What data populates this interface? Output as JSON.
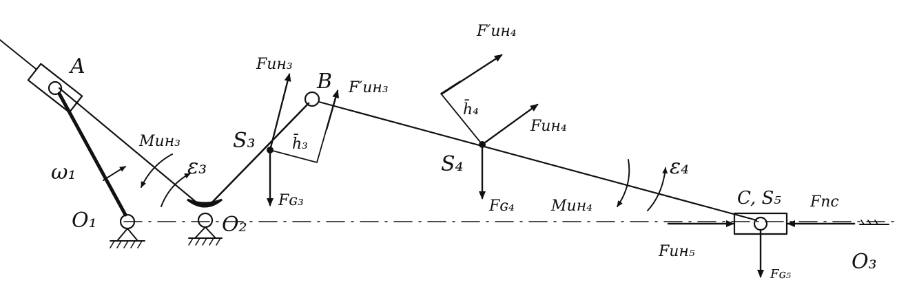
{
  "labels": {
    "A": "A",
    "B": "B",
    "O1": "O₁",
    "O2": "O₂",
    "O3": "O₃",
    "S3": "S₃",
    "S4": "S₄",
    "C_S5": "C, S₅",
    "omega1": "ω₁",
    "eps3": "ε₃",
    "eps4": "ε₄",
    "M_in3": "Mин₃",
    "M_in4": "Mин₄",
    "F_in3": "Fин₃",
    "F_in3_prime": "F′ин₃",
    "h3": "h̄₃",
    "F_g3": "Fɢ₃",
    "F_in4_prime": "F′ин₄",
    "h4": "h̄₄",
    "F_in4": "Fин₄",
    "F_g4": "Fɢ₄",
    "F_in5": "Fин₅",
    "F_pc": "Fпс",
    "F_g5": "Fɢ₅"
  },
  "colors": {
    "ink": "#111111",
    "paper": "#ffffff"
  }
}
